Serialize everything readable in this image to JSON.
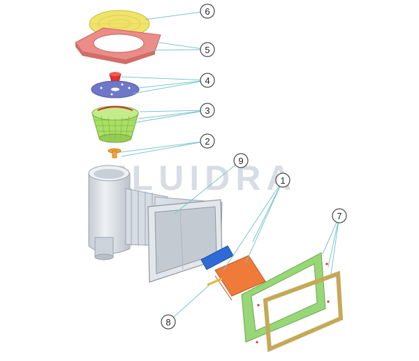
{
  "watermark": "FLUIDRA",
  "callouts": [
    {
      "number": "1"
    },
    {
      "number": "2"
    },
    {
      "number": "3"
    },
    {
      "number": "4"
    },
    {
      "number": "5"
    },
    {
      "number": "6"
    },
    {
      "number": "7"
    },
    {
      "number": "8"
    },
    {
      "number": "9"
    }
  ],
  "colors": {
    "lid": "#efe36a",
    "frame": "#ec8c88",
    "float_plug": "#e8302a",
    "weir_plate": "#6f78c8",
    "basket": "#a9df65",
    "valve": "#f2a338",
    "body": "#d7dde4",
    "blue_part": "#2e6bd6",
    "flap": "#f07a3a",
    "gasket": "#98d777",
    "frame_outline": "#c5a858",
    "leader": "#79c6c8"
  }
}
